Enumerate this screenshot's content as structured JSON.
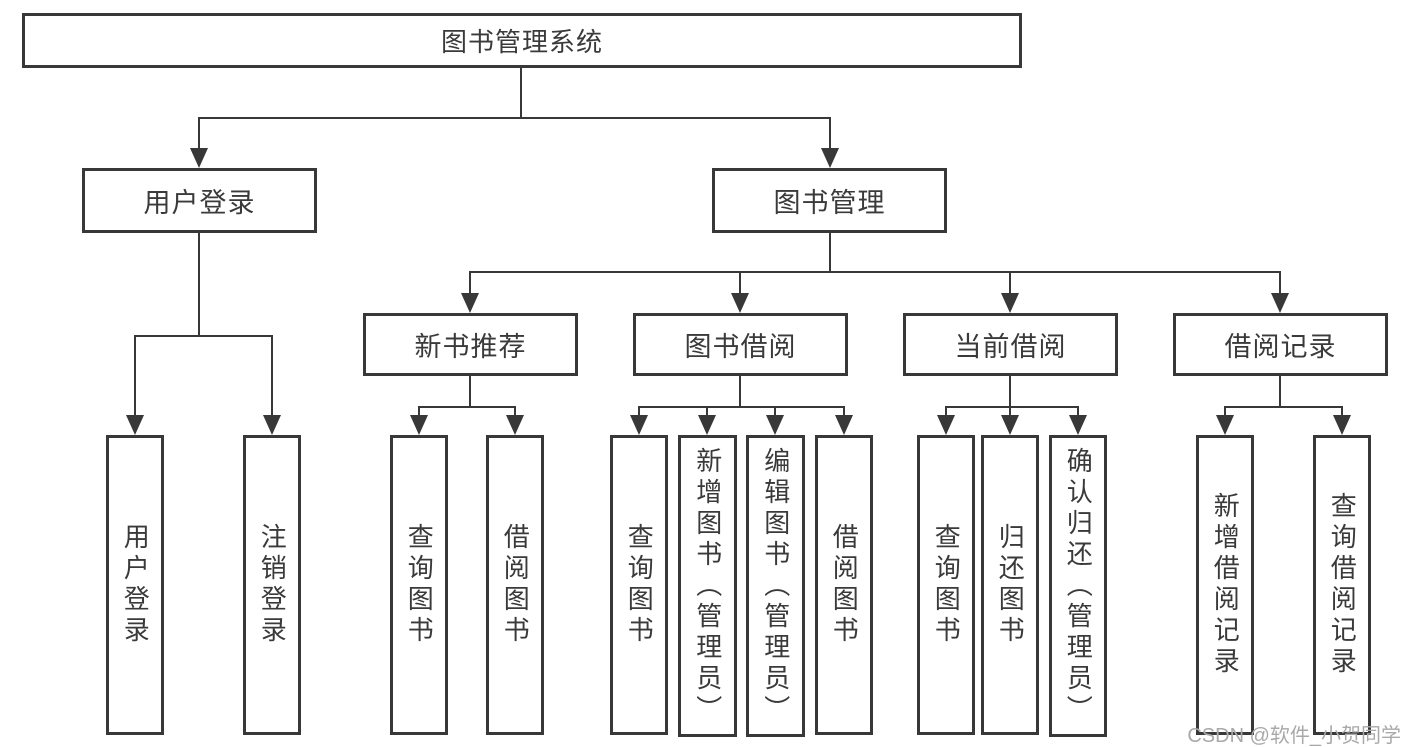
{
  "diagram": {
    "type": "hierarchy-tree",
    "root": {
      "label": "图书管理系统"
    },
    "branches": [
      {
        "label": "用户登录",
        "children": [
          {
            "label": "用户登录"
          },
          {
            "label": "注销登录"
          }
        ]
      },
      {
        "label": "图书管理",
        "children": [
          {
            "label": "新书推荐",
            "children": [
              {
                "label": "查询图书"
              },
              {
                "label": "借阅图书"
              }
            ]
          },
          {
            "label": "图书借阅",
            "children": [
              {
                "label": "查询图书"
              },
              {
                "label": "新增图书（管理员）"
              },
              {
                "label": "编辑图书（管理员）"
              },
              {
                "label": "借阅图书"
              }
            ]
          },
          {
            "label": "当前借阅",
            "children": [
              {
                "label": "查询图书"
              },
              {
                "label": "归还图书"
              },
              {
                "label": "确认归还（管理员）"
              }
            ]
          },
          {
            "label": "借阅记录",
            "children": [
              {
                "label": "新增借阅记录"
              },
              {
                "label": "查询借阅记录"
              }
            ]
          }
        ]
      }
    ],
    "watermark": "CSDN @软件_小贺同学",
    "colors": {
      "line": "#383838",
      "text": "#3a3a3a",
      "background": "#ffffff",
      "watermark": "#a9a9a9"
    }
  }
}
